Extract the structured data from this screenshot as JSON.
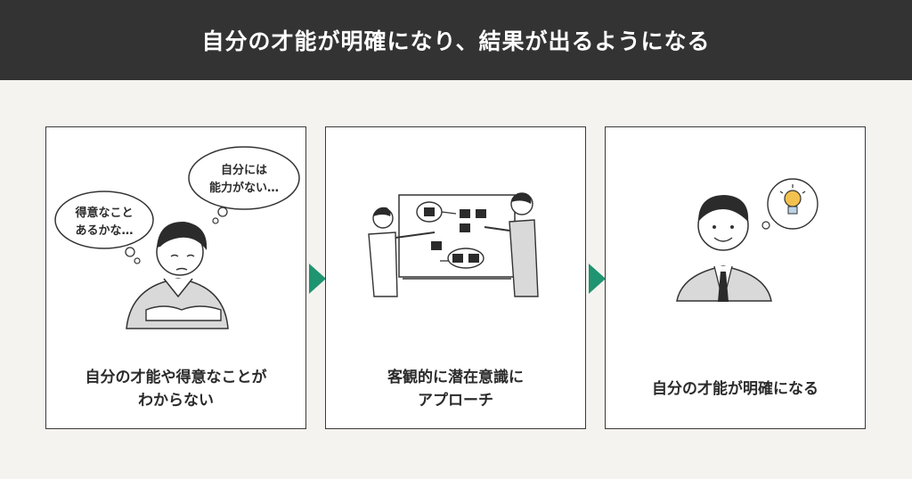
{
  "header": {
    "title": "自分の才能が明確になり、結果が出るようになる"
  },
  "colors": {
    "header_bg": "#333333",
    "accent_arrow": "#1f9470",
    "bulb": "#f2c14e"
  },
  "steps": [
    {
      "thought_left": [
        "得意なこと",
        "あるかな…"
      ],
      "thought_right": [
        "自分には",
        "能力がない…"
      ],
      "caption": [
        "自分の才能や得意なことが",
        "わからない"
      ]
    },
    {
      "caption": [
        "客観的に潜在意識に",
        "アプローチ"
      ]
    },
    {
      "caption": [
        "自分の才能が明確になる"
      ]
    }
  ]
}
